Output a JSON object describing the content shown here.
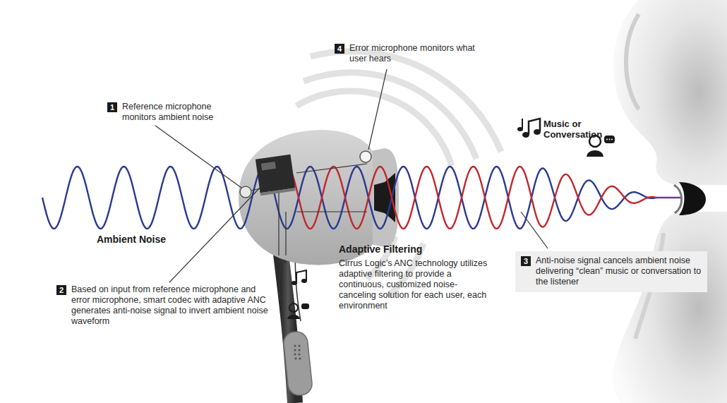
{
  "diagram": {
    "nodes": [
      {
        "text": [
          "1",
          "Reference microphone monitors ambient noise"
        ]
      },
      {
        "text": [
          "4",
          "Error microphone monitors what user hears"
        ]
      },
      {
        "text": [
          "2",
          "Based on input from reference microphone and error microphone, smart codec with adaptive ANC generates anti-noise signal to invert ambient noise waveform"
        ]
      },
      {
        "text": [
          "3",
          "Anti-noise signal cancels ambient noise delivering “clean” music or conversation to the listener"
        ]
      }
    ],
    "labels": [
      "Ambient Noise",
      "Adaptive Filtering",
      "Cirrus Logic’s ANC technology utilizes adaptive filtering to provide a continuous, customized noise-canceling solution for each user, each environment",
      "Music or Conversation"
    ]
  }
}
